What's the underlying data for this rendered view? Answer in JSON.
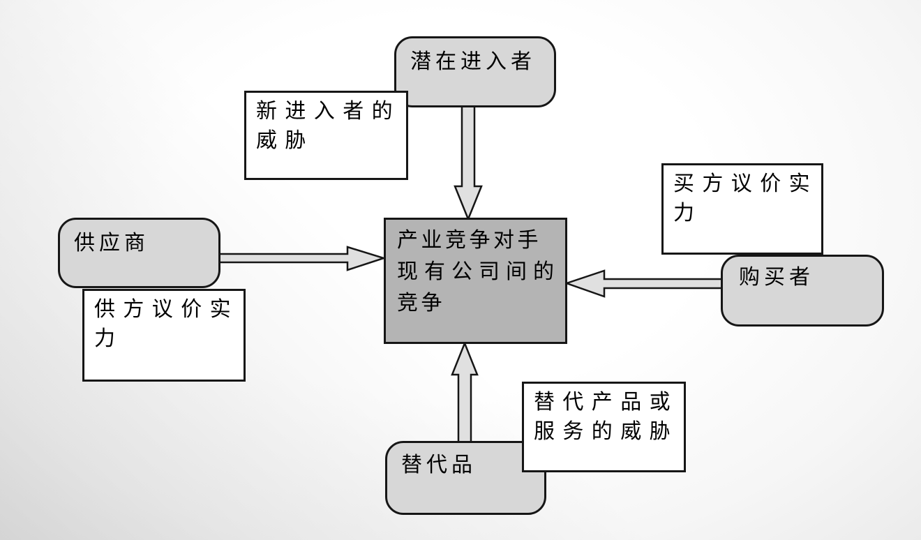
{
  "diagram": {
    "nodes": {
      "potential_entrants": {
        "label": "潜在进入者"
      },
      "suppliers": {
        "label": "供应商"
      },
      "buyers": {
        "label": "购买者"
      },
      "substitutes": {
        "label": "替代品"
      },
      "center": {
        "lines": [
          "产业竞争对手",
          "现有公司间的",
          "竞争"
        ]
      }
    },
    "annotations": {
      "new_entrants_threat": {
        "lines": [
          "新进入者的",
          "威胁"
        ]
      },
      "supplier_bargaining_power": {
        "lines": [
          "供方议价实",
          "力"
        ]
      },
      "buyer_bargaining_power": {
        "lines": [
          "买方议价实",
          "力"
        ]
      },
      "substitutes_threat": {
        "lines": [
          "替代产品或",
          "服务的威胁"
        ]
      }
    },
    "arrows": [
      {
        "name": "potential-entrants-to-center",
        "direction": "down"
      },
      {
        "name": "suppliers-to-center",
        "direction": "right"
      },
      {
        "name": "buyers-to-center",
        "direction": "left"
      },
      {
        "name": "substitutes-to-center",
        "direction": "up"
      }
    ],
    "colors": {
      "node_fill": "#d7d7d7",
      "center_fill": "#b4b4b4",
      "annotation_fill": "#ffffff",
      "arrow_fill": "#e0e0e0",
      "border": "#161616"
    }
  }
}
